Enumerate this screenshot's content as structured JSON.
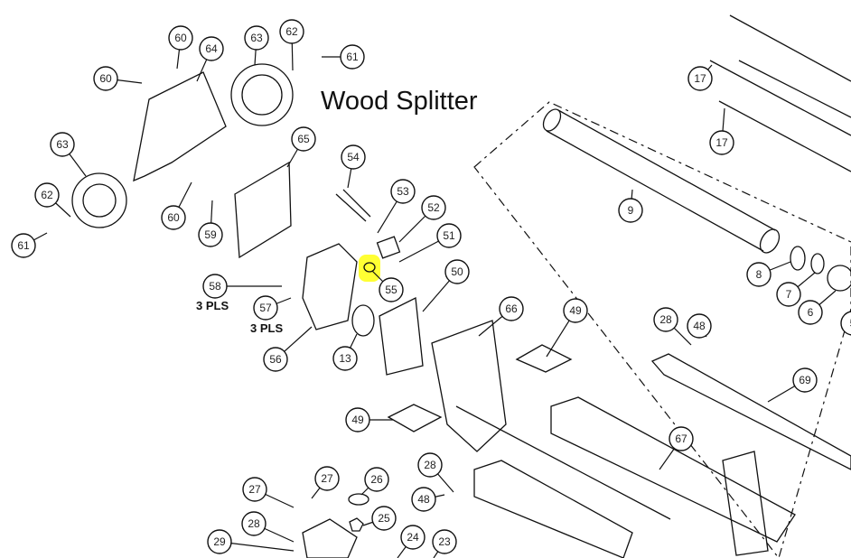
{
  "title": "Wood Splitter",
  "qty_labels": [
    "3 PLS",
    "3 PLS"
  ],
  "highlight_color": "#ffff33",
  "highlighted_part": "55",
  "callouts": [
    "60",
    "64",
    "63",
    "62",
    "61",
    "60",
    "65",
    "63",
    "54",
    "62",
    "53",
    "52",
    "60",
    "59",
    "61",
    "51",
    "50",
    "55",
    "58",
    "57",
    "66",
    "49",
    "56",
    "13",
    "28",
    "48",
    "17",
    "17",
    "9",
    "8",
    "7",
    "6",
    "5",
    "69",
    "49",
    "67",
    "28",
    "48",
    "27",
    "27",
    "26",
    "25",
    "28",
    "29",
    "24",
    "23"
  ]
}
